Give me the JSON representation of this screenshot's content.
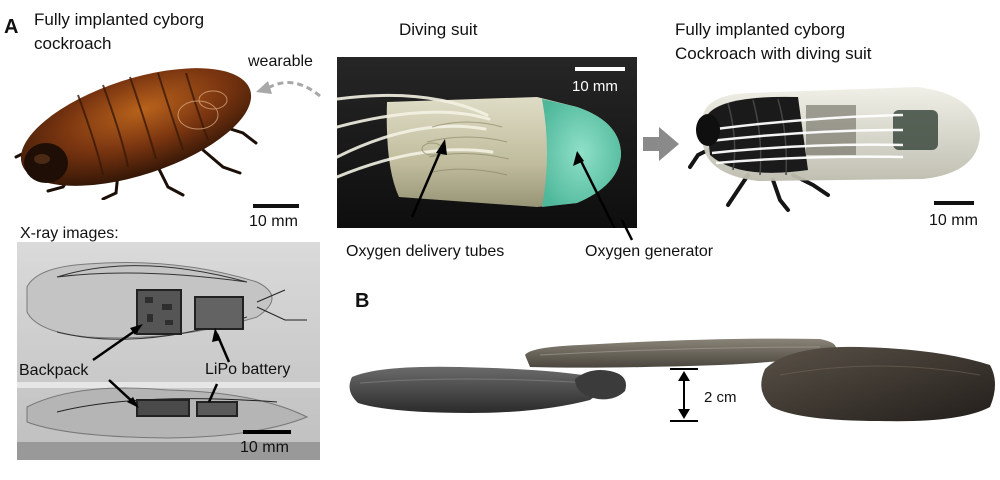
{
  "panels": {
    "a": "A",
    "b": "B"
  },
  "labels": {
    "cyborg_title_line1": "Fully implanted cyborg",
    "cyborg_title_line2": "cockroach",
    "wearable": "wearable",
    "diving_suit": "Diving suit",
    "suited_title_line1": "Fully implanted cyborg",
    "suited_title_line2": "Cockroach with diving suit",
    "oxygen_tubes": "Oxygen delivery tubes",
    "oxygen_generator": "Oxygen generator",
    "xray_title": "X-ray images:",
    "backpack": "Backpack",
    "lipo_battery": "LiPo battery",
    "height_label": "2 cm"
  },
  "scalebars": {
    "cockroach": "10 mm",
    "suit": "10 mm",
    "suited": "10 mm",
    "xray": "10 mm"
  }
}
